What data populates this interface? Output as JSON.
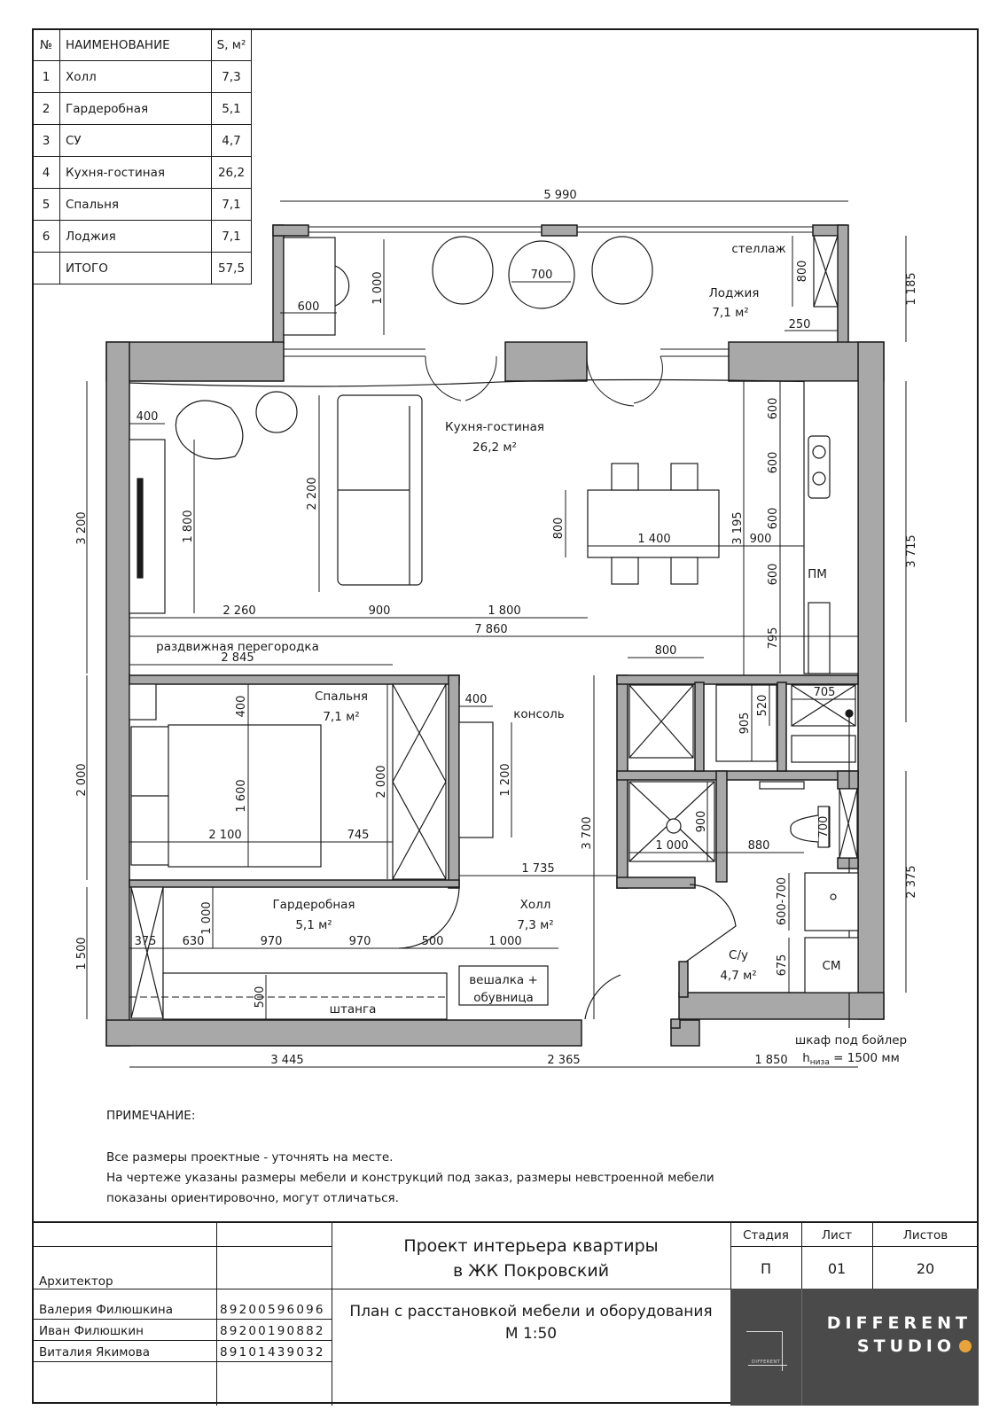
{
  "room_table": {
    "headers": [
      "№",
      "НАИМЕНОВАНИЕ",
      "S, м²"
    ],
    "rows": [
      {
        "n": "1",
        "name": "Холл",
        "s": "7,3"
      },
      {
        "n": "2",
        "name": "Гардеробная",
        "s": "5,1"
      },
      {
        "n": "3",
        "name": "СУ",
        "s": "4,7"
      },
      {
        "n": "4",
        "name": "Кухня-гостиная",
        "s": "26,2"
      },
      {
        "n": "5",
        "name": "Спальня",
        "s": "7,1"
      },
      {
        "n": "6",
        "name": "Лоджия",
        "s": "7,1"
      },
      {
        "n": "",
        "name": "ИТОГО",
        "s": "57,5"
      }
    ]
  },
  "rooms": {
    "loggia": {
      "name": "Лоджия",
      "area": "7,1 м²"
    },
    "kitchen": {
      "name": "Кухня-гостиная",
      "area": "26,2 м²"
    },
    "bedroom": {
      "name": "Спальня",
      "area": "7,1 м²"
    },
    "wardrobe": {
      "name": "Гардеробная",
      "area": "5,1 м²"
    },
    "hall": {
      "name": "Холл",
      "area": "7,3 м²"
    },
    "bath": {
      "name": "С/у",
      "area": "4,7 м²"
    }
  },
  "labels": {
    "shelving": "стеллаж",
    "partition": "раздвижная перегородка",
    "console": "консоль",
    "rail": "штанга",
    "hanger_line1": "вешалка +",
    "hanger_line2": "обувница",
    "pm": "ПМ",
    "sm": "СМ",
    "boiler_line1": "шкаф под бойлер",
    "boiler_h": "h",
    "boiler_sub": "низа",
    "boiler_val": " = 1500 мм"
  },
  "dims": {
    "top_total": "5 990",
    "d700": "700",
    "d600a": "600",
    "d1000": "1 000",
    "d800": "800",
    "d250": "250",
    "d1185": "1 185",
    "d400": "400",
    "d1800v": "1 800",
    "d2200": "2 200",
    "d3200": "3 200",
    "d3715": "3 715",
    "d600_1": "600",
    "d600_2": "600",
    "d600_3": "600",
    "d600_4": "600",
    "d795": "795",
    "d800t": "800",
    "d1400": "1 400",
    "d3195": "3 195",
    "d900r": "900",
    "d2260": "2 260",
    "d900": "900",
    "d1800": "1 800",
    "d7860": "7 860",
    "d2845": "2 845",
    "d400b": "400",
    "d1600": "1 600",
    "d2100": "2 100",
    "d745": "745",
    "d2000": "2 000",
    "d2000l": "2 000",
    "d400c": "400",
    "d1200": "1 200",
    "d3700": "3 700",
    "d800s": "800",
    "d905": "905",
    "d520": "520",
    "d705": "705",
    "d900sh": "900",
    "d1000sh": "1 000",
    "d880": "880",
    "d700wc": "700",
    "d1735": "1 735",
    "d600_700": "600-700",
    "d675": "675",
    "d2375": "2 375",
    "d375": "375",
    "d630": "630",
    "d970a": "970",
    "d970b": "970",
    "d500": "500",
    "d1000h": "1 000",
    "d1000w": "1 000",
    "d500r": "500",
    "d1500": "1 500",
    "b3445": "3 445",
    "b2365": "2 365",
    "b1850": "1 850"
  },
  "notes": {
    "heading": "ПРИМЕЧАНИЕ:",
    "line1": "Все размеры проектные - уточнять на месте.",
    "line2": "На чертеже указаны размеры мебели и конструкций под заказ, размеры невстроенной мебели",
    "line3": "показаны ориентировочно, могут отличаться."
  },
  "title_block": {
    "role": "Архитектор",
    "people": [
      {
        "name": "Валерия Филюшкина",
        "phone": "89200596096"
      },
      {
        "name": "Иван Филюшкин",
        "phone": "89200190882"
      },
      {
        "name": "Виталия Якимова",
        "phone": "89101439032"
      }
    ],
    "project_line1": "Проект интерьера квартиры",
    "project_line2": "в ЖК Покровский",
    "sheet_title": "План с расстановкой мебели и оборудования",
    "scale": "М 1:50",
    "stage_label": "Стадия",
    "sheet_label": "Лист",
    "sheets_label": "Листов",
    "stage": "П",
    "sheet": "01",
    "sheets": "20",
    "logo_small": "DIFFERENT",
    "logo_line1": "DIFFERENT",
    "logo_line2": "STUDIO",
    "accent": "#e8a33a"
  }
}
